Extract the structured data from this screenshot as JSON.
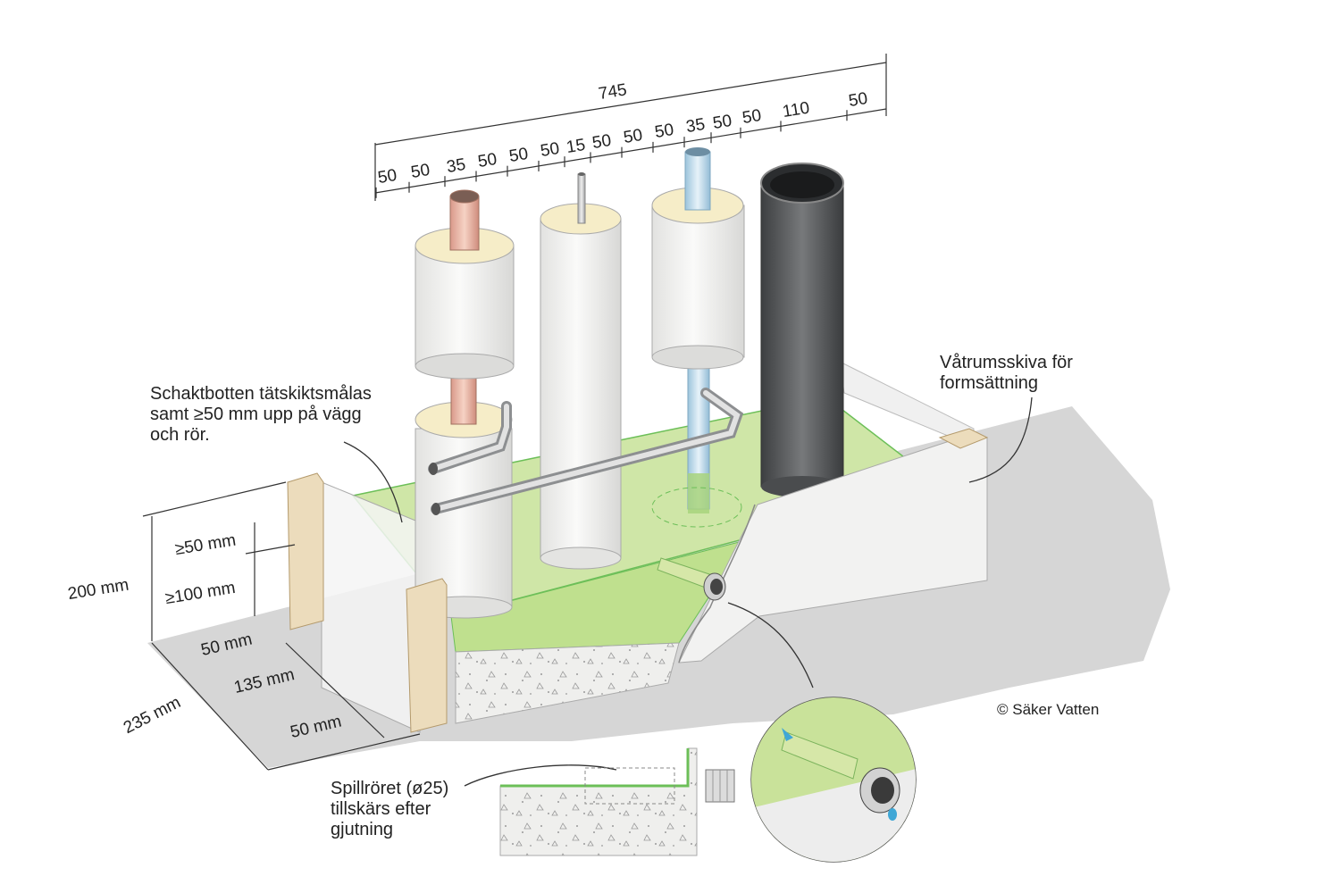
{
  "labels": {
    "schaktbotten": "Schaktbotten tätskiktsmålas\nsamt ≥50 mm upp på vägg\noch rör.",
    "vatrumsskiva": "Våtrumsskiva för\nformsättning",
    "spillroret": "Spillröret (ø25)\ntillskärs efter\ngjutning",
    "copyright": "© Säker Vatten"
  },
  "dimensions": {
    "top_total": "745",
    "top_segments": [
      "50",
      "50",
      "35",
      "50",
      "50",
      "50",
      "15",
      "50",
      "50",
      "50",
      "35",
      "50",
      "50",
      "110",
      "50"
    ],
    "left": {
      "height_total": "200 mm",
      "upstand": "≥50 mm",
      "slab": "≥100 mm",
      "depth_total": "235 mm",
      "depth_a": "50 mm",
      "depth_b": "135 mm",
      "depth_c": "50 mm"
    }
  },
  "colors": {
    "membrane_green": "#c8e29a",
    "membrane_line": "#5fb84a",
    "insulation": "#f1f1ef",
    "insulation_cap": "#f6edc8",
    "copper_pipe": "#e8b7a4",
    "cold_pipe": "#bcd9ea",
    "drain_pipe": "#555759",
    "timber": "#e9d8b7",
    "concrete": "#eeeeec",
    "shadow": "#d3d3d3"
  }
}
